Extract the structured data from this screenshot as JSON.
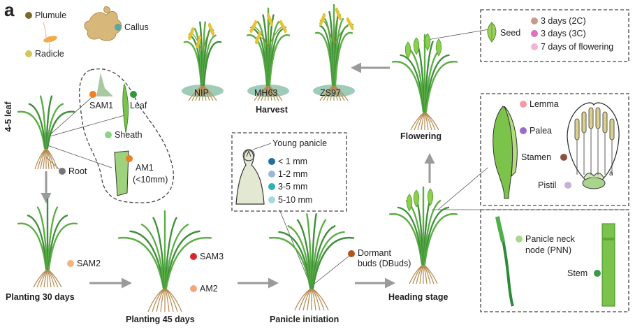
{
  "panel_letter": "a",
  "colors": {
    "plumule": "#7b6a2a",
    "radicle": "#d4c65a",
    "callus": "#5aa89a",
    "sam1": "#f07e22",
    "leaf": "#2e9a3c",
    "sheath": "#8cd28a",
    "am1": "#f07e22",
    "root": "#777777",
    "sam2": "#f7b27a",
    "sam3": "#d9262e",
    "am2": "#f4a67a",
    "dbuds": "#b5541c",
    "yp1": "#1f6e9c",
    "yp2": "#9fb7d6",
    "yp3": "#2ab2b8",
    "yp4": "#a5d8e2",
    "seed1": "#c79a8c",
    "seed2": "#e06fbe",
    "seed3": "#f4b4cf",
    "lemma": "#f49aa2",
    "palea": "#9b6bc9",
    "stamen": "#8c5040",
    "pistil": "#c6b0d6",
    "pnn": "#a7d98a",
    "stem": "#3a9a48"
  },
  "labels": {
    "plumule": "Plumule",
    "radicle": "Radicle",
    "callus": "Callus",
    "leaf45": "4-5 leaf",
    "sam1": "SAM1",
    "leaf": "Leaf",
    "sheath": "Sheath",
    "am1": "AM1",
    "am1_note": "(<10mm)",
    "root": "Root",
    "sam2": "SAM2",
    "planting30": "Planting 30 days",
    "sam3": "SAM3",
    "am2": "AM2",
    "planting45": "Planting 45 days",
    "dbuds": "Dormant",
    "dbuds2": "buds (DBuds)",
    "panicle_init": "Panicle initiation",
    "young_panicle": "Young panicle",
    "yp1": "< 1 mm",
    "yp2": "1-2 mm",
    "yp3": "3-5 mm",
    "yp4": "5-10 mm",
    "heading": "Heading stage",
    "flowering": "Flowering",
    "harvest": "Harvest",
    "nip": "NIP",
    "mh63": "MH63",
    "zs97": "ZS97",
    "seed": "Seed",
    "seed1": "3 days (2C)",
    "seed2": "3 days (3C)",
    "seed3": "7 days of flowering",
    "lemma": "Lemma",
    "palea": "Palea",
    "stamen": "Stamen",
    "pistil": "Pistil",
    "small_a": "a",
    "pnn": "Panicle neck",
    "pnn2": "node (PNN)",
    "stem": "Stem"
  }
}
